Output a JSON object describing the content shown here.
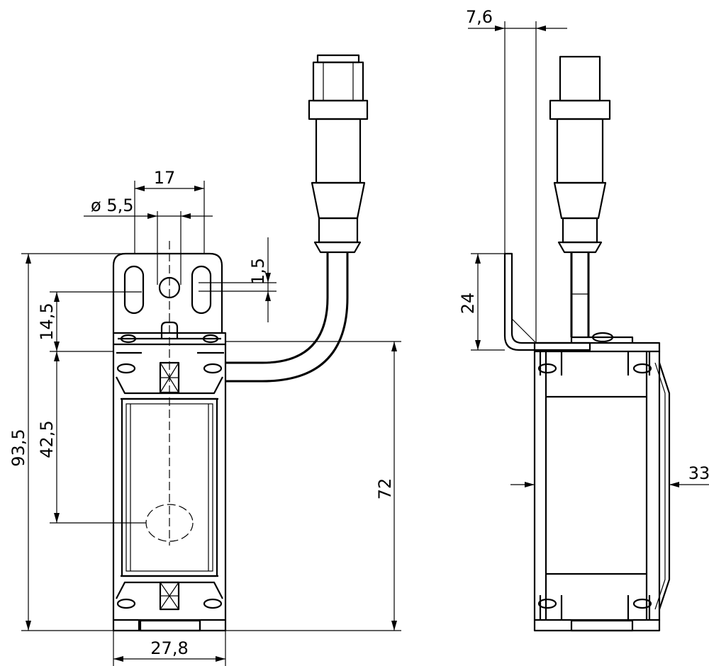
{
  "figure": {
    "front_view": {
      "dimensions": {
        "hole_spacing": "17",
        "hole_diameter": "ø 5,5",
        "slot_offset": "1,5",
        "mount_offset": "14,5",
        "overall_height": "93,5",
        "actuator_offset": "42,5",
        "body_height": "72",
        "body_width": "27,8"
      }
    },
    "side_view": {
      "dimensions": {
        "bracket_thickness": "7,6",
        "bracket_height": "24",
        "body_depth": "33"
      }
    }
  }
}
